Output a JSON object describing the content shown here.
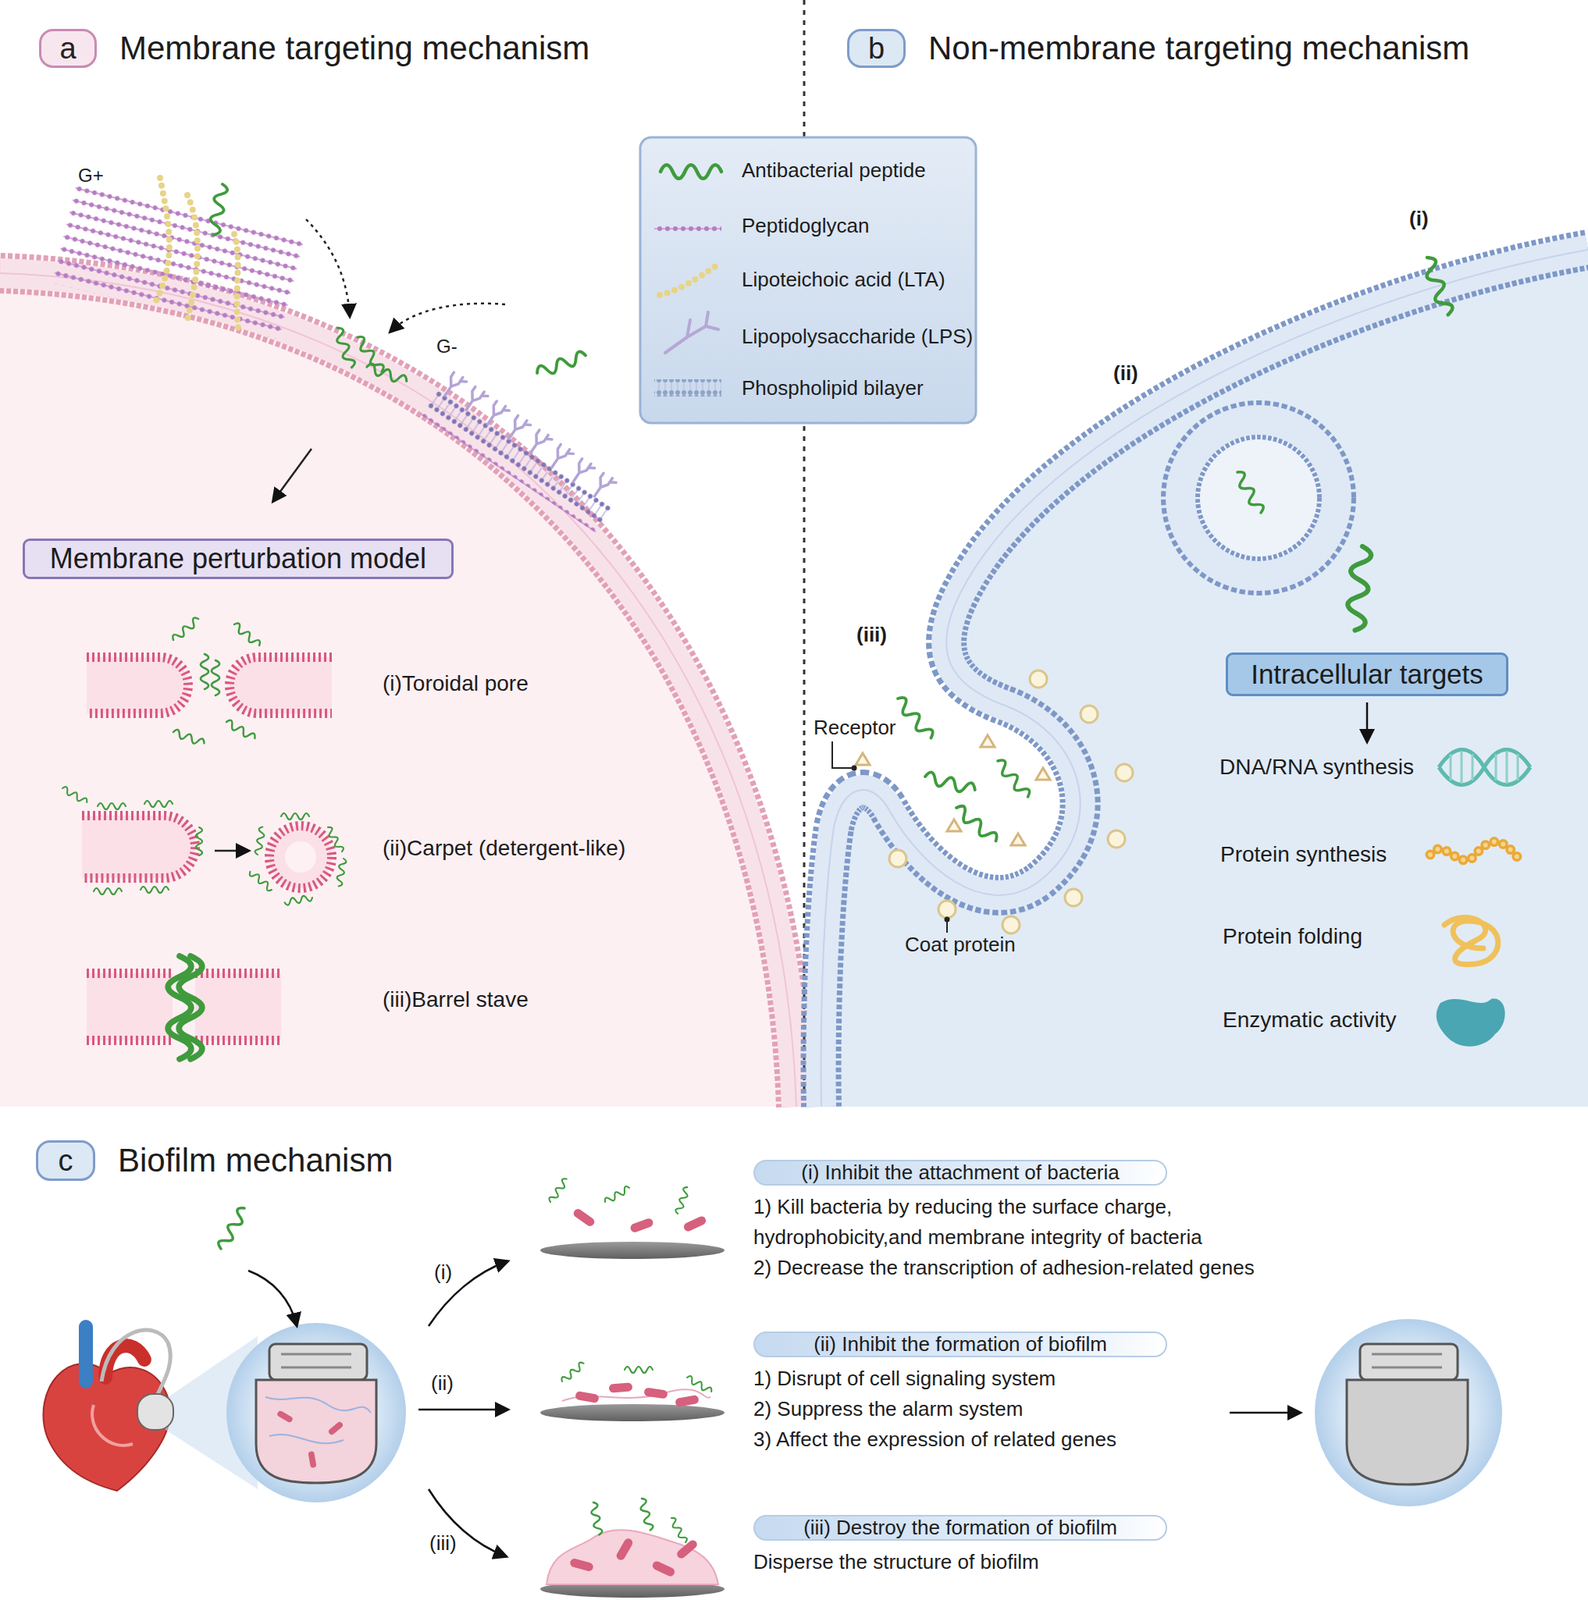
{
  "diagram": {
    "nodes": [
      {
        "text": [
          "a",
          "Membrane targeting mechanism"
        ]
      },
      {
        "text": [
          "Membrane perturbation model"
        ]
      },
      {
        "text": [
          "b",
          "Non-membrane targeting mechanism"
        ]
      },
      {
        "text": [
          "Intracellular targets"
        ]
      },
      {
        "text": [
          "c",
          "Biofilm mechanism"
        ]
      },
      {
        "text": [
          "(i) Inhibit the attachment of bacteria",
          "1) Kill bacteria by reducing the surface charge, hydrophobicity,and membrane integrity of bacteria",
          "2) Decrease the transcription of adhesion-related genes"
        ]
      },
      {
        "text": [
          "(ii) Inhibit the formation of biofilm",
          "1) Disrupt of cell signaling system",
          "2) Suppress the alarm system",
          "3) Affect the expression of related genes"
        ]
      },
      {
        "text": [
          "(iii) Destroy the formation of biofilm",
          "Disperse the structure of biofilm"
        ]
      }
    ],
    "labels": [
      "G+",
      "G-",
      "(i)Toroidal pore",
      "(ii)Carpet (detergent-like)",
      "(iii)Barrel stave",
      "(i)",
      "(ii)",
      "(iii)",
      "Receptor",
      "Coat protein",
      "DNA/RNA synthesis",
      "Protein synthesis",
      "Protein folding",
      "Enzymatic activity",
      "(i)",
      "(ii)",
      "(iii)"
    ],
    "legend": [
      {
        "text": "Antibacterial peptide"
      },
      {
        "text": "Peptidoglycan"
      },
      {
        "text": "Lipoteichoic acid (LTA)"
      },
      {
        "text": "Lipopolysaccharide (LPS)"
      },
      {
        "text": "Phospholipid bilayer"
      }
    ]
  }
}
